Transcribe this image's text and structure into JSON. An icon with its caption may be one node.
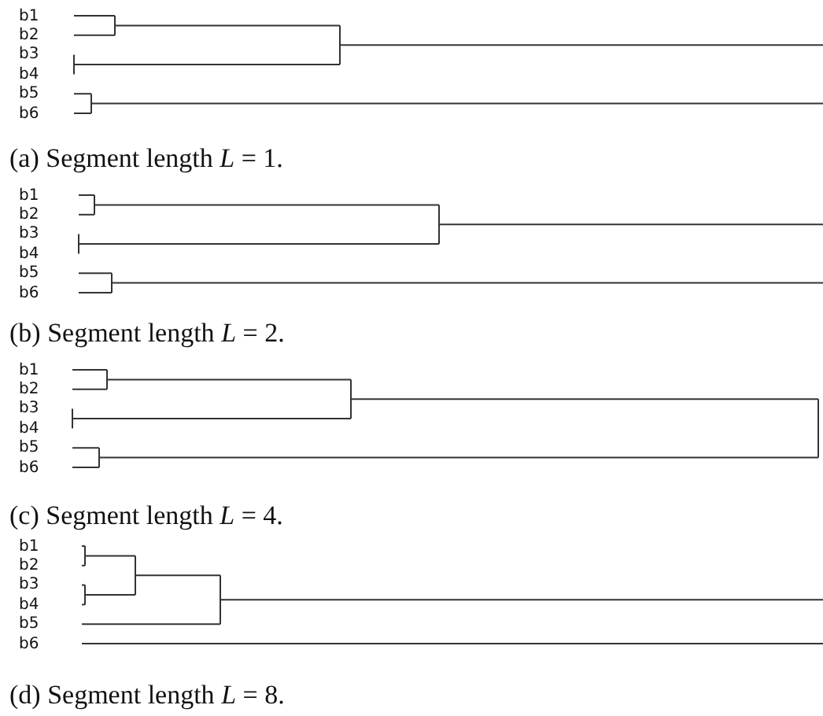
{
  "diagram": {
    "labels": [
      "b1",
      "b2",
      "b3",
      "b4",
      "b5",
      "b6",
      "(a) Segment length *L* = 1.",
      "b1",
      "b2",
      "b3",
      "b4",
      "b5",
      "b6",
      "(b) Segment length *L* = 2.",
      "b1",
      "b2",
      "b3",
      "b4",
      "b5",
      "b6",
      "(c) Segment length *L* = 4.",
      "b1",
      "b2",
      "b3",
      "b4",
      "b5",
      "b6",
      "(d) Segment length *L* = 8."
    ]
  }
}
